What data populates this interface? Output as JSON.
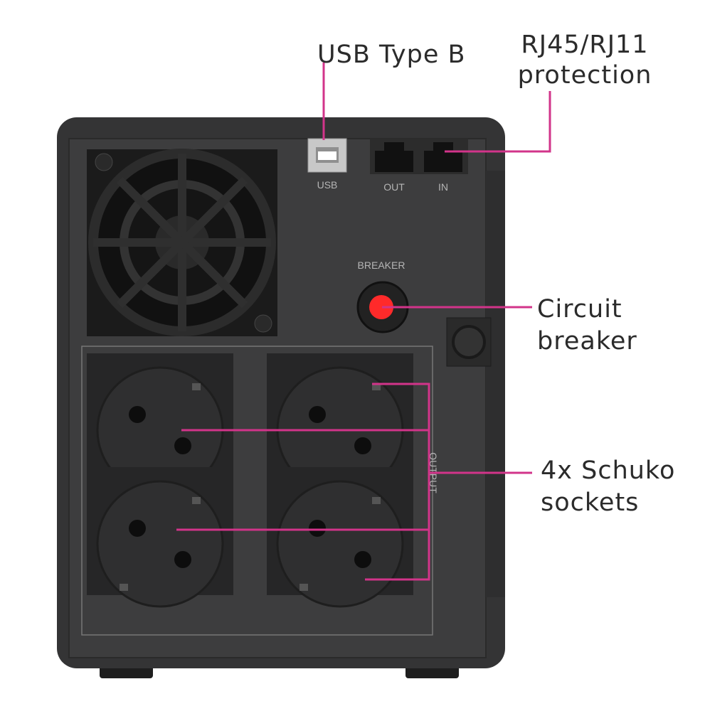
{
  "callouts": {
    "usb": "USB Type B",
    "rj_line1": "RJ45/RJ11",
    "rj_line2": "protection",
    "breaker_line1": "Circuit",
    "breaker_line2": "breaker",
    "sockets_line1": "4x Schuko",
    "sockets_line2": "sockets"
  },
  "panel_labels": {
    "usb": "USB",
    "rj_out": "OUT",
    "rj_in": "IN",
    "breaker": "BREAKER",
    "output": "OUTPUT"
  },
  "colors": {
    "leader_line": "#d2348a",
    "body": "#3a3a3b",
    "breaker_button": "#ff2a2a"
  }
}
